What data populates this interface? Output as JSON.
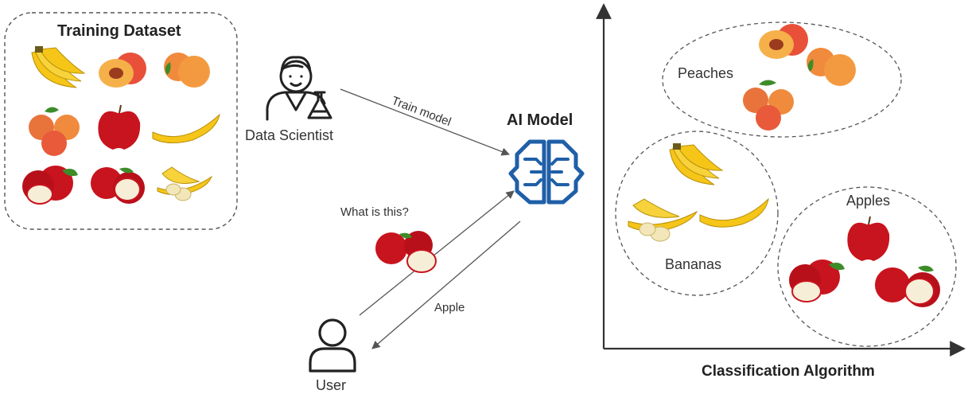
{
  "training": {
    "title": "Training Dataset"
  },
  "scientist": {
    "label": "Data Scientist"
  },
  "train_arrow": {
    "label": "Train model"
  },
  "model": {
    "title": "AI Model"
  },
  "query": {
    "question": "What is this?",
    "answer": "Apple"
  },
  "user": {
    "label": "User"
  },
  "clusters": {
    "peaches": "Peaches",
    "bananas": "Bananas",
    "apples": "Apples"
  },
  "classification": {
    "title": "Classification Algorithm"
  },
  "colors": {
    "apple_red": "#c8141e",
    "peach": "#f08a3c",
    "banana": "#f5c518",
    "leaf": "#3d8c2a",
    "model_blue": "#1f5fa8",
    "line": "#555555"
  }
}
